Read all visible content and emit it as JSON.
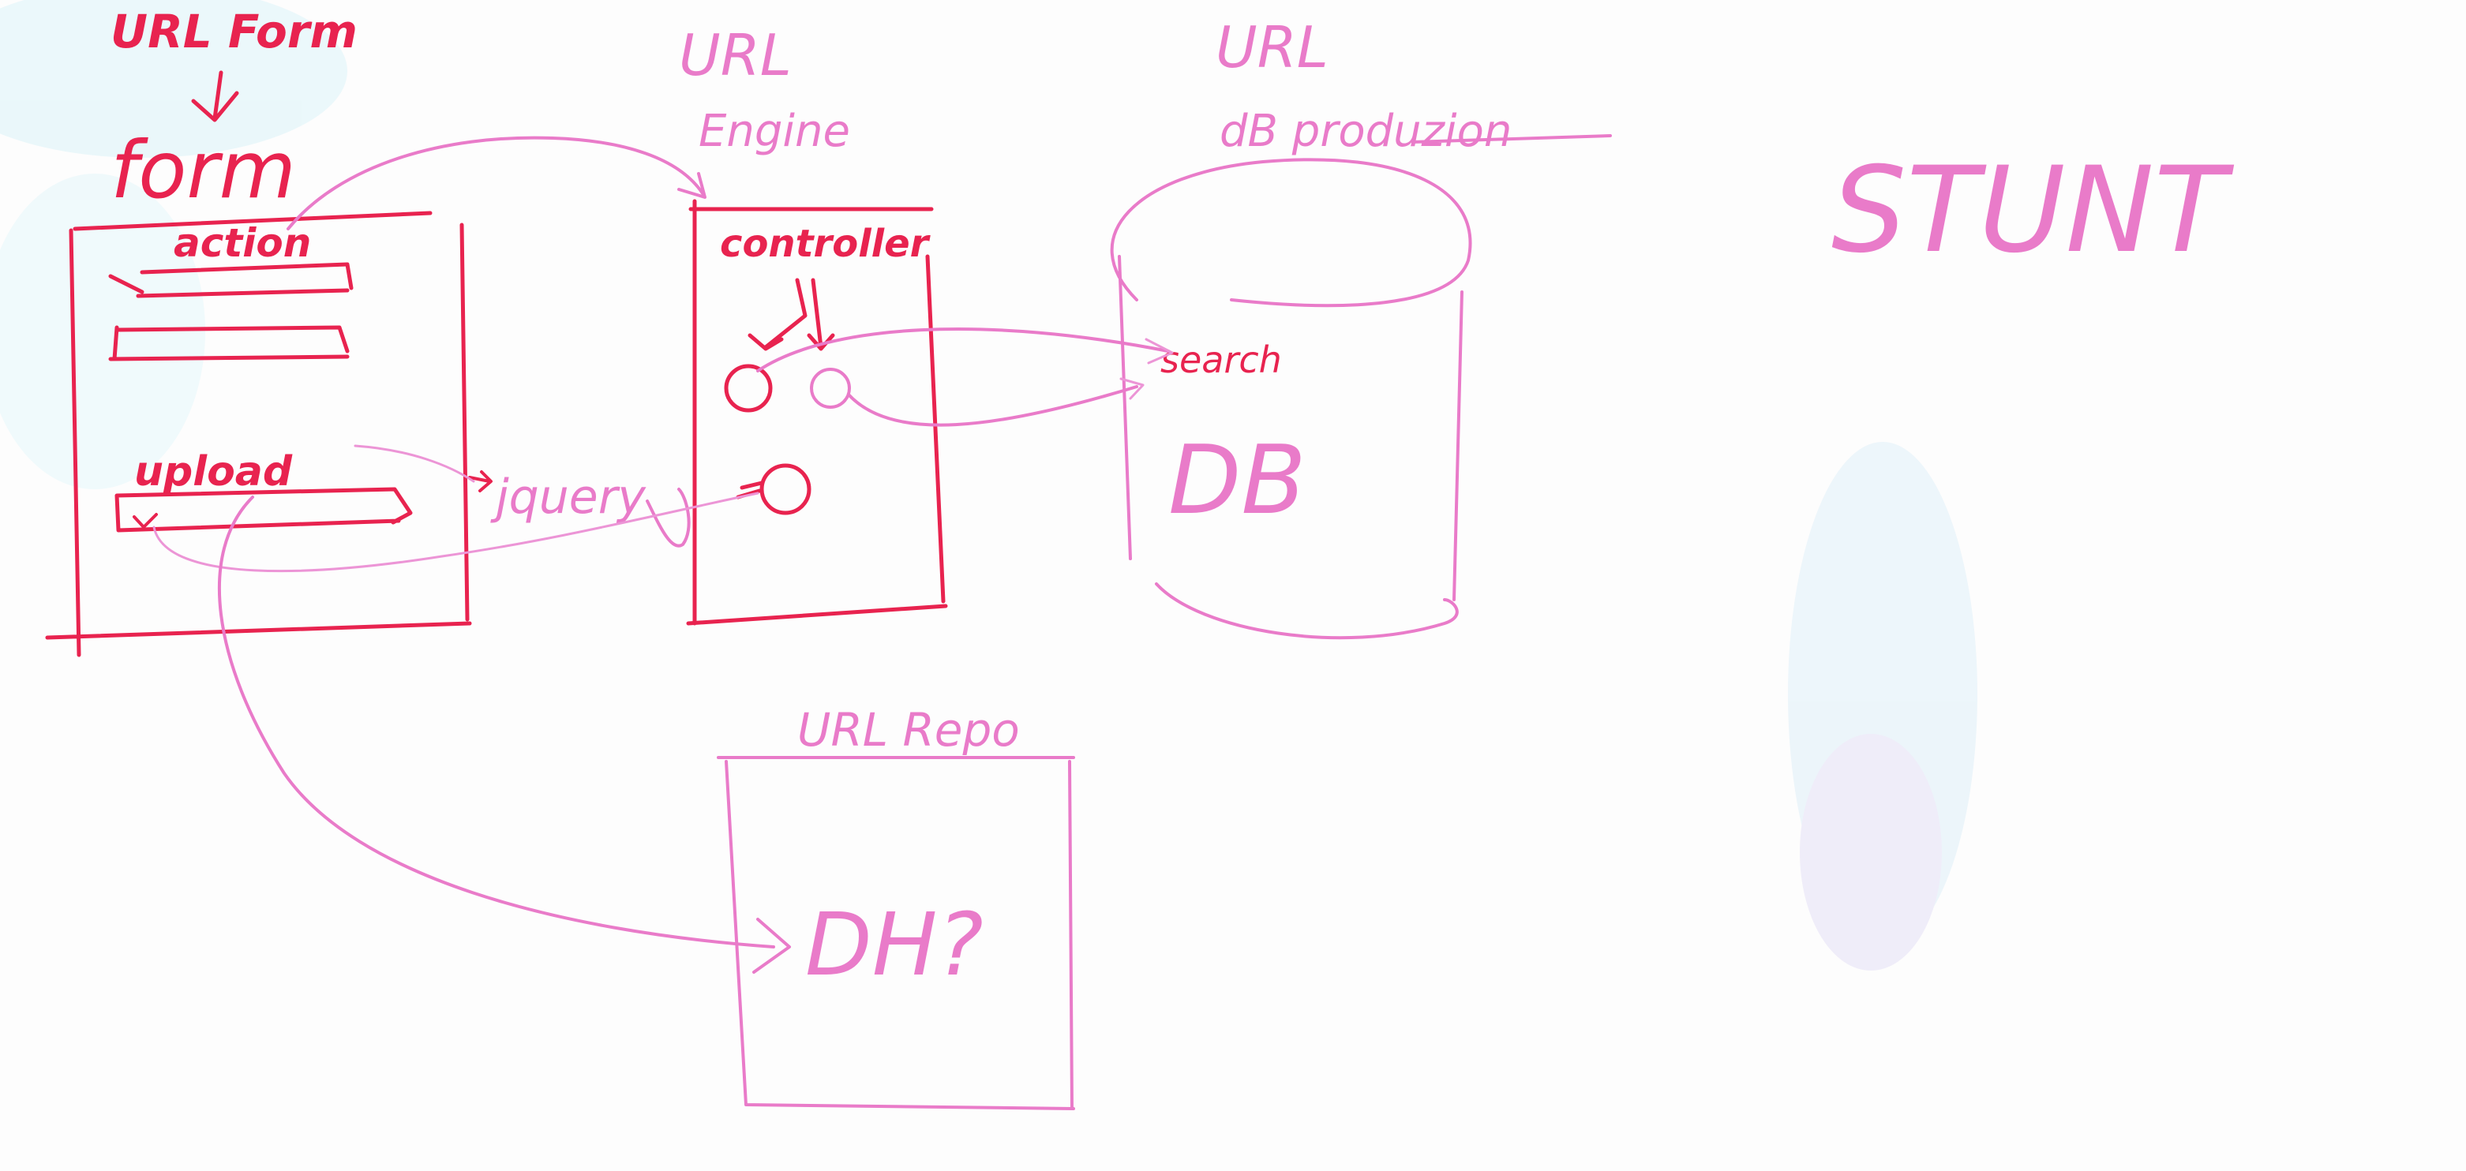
{
  "colors": {
    "red_marker": "#e8234f",
    "pink_marker": "#e97bc9",
    "smudge": "#a7e1f0"
  },
  "labels": {
    "url_form": "URL Form",
    "form": "form",
    "action": "action",
    "upload": "upload",
    "jquery": "jquery",
    "url_engine_1": "URL",
    "url_engine_2": "Engine",
    "controller": "controller",
    "url_db_1": "URL",
    "url_db_2": "dB produzion",
    "search": "search",
    "db": "DB",
    "url_repo": "URL Repo",
    "dh": "DH?",
    "stunt": "STUNT"
  }
}
